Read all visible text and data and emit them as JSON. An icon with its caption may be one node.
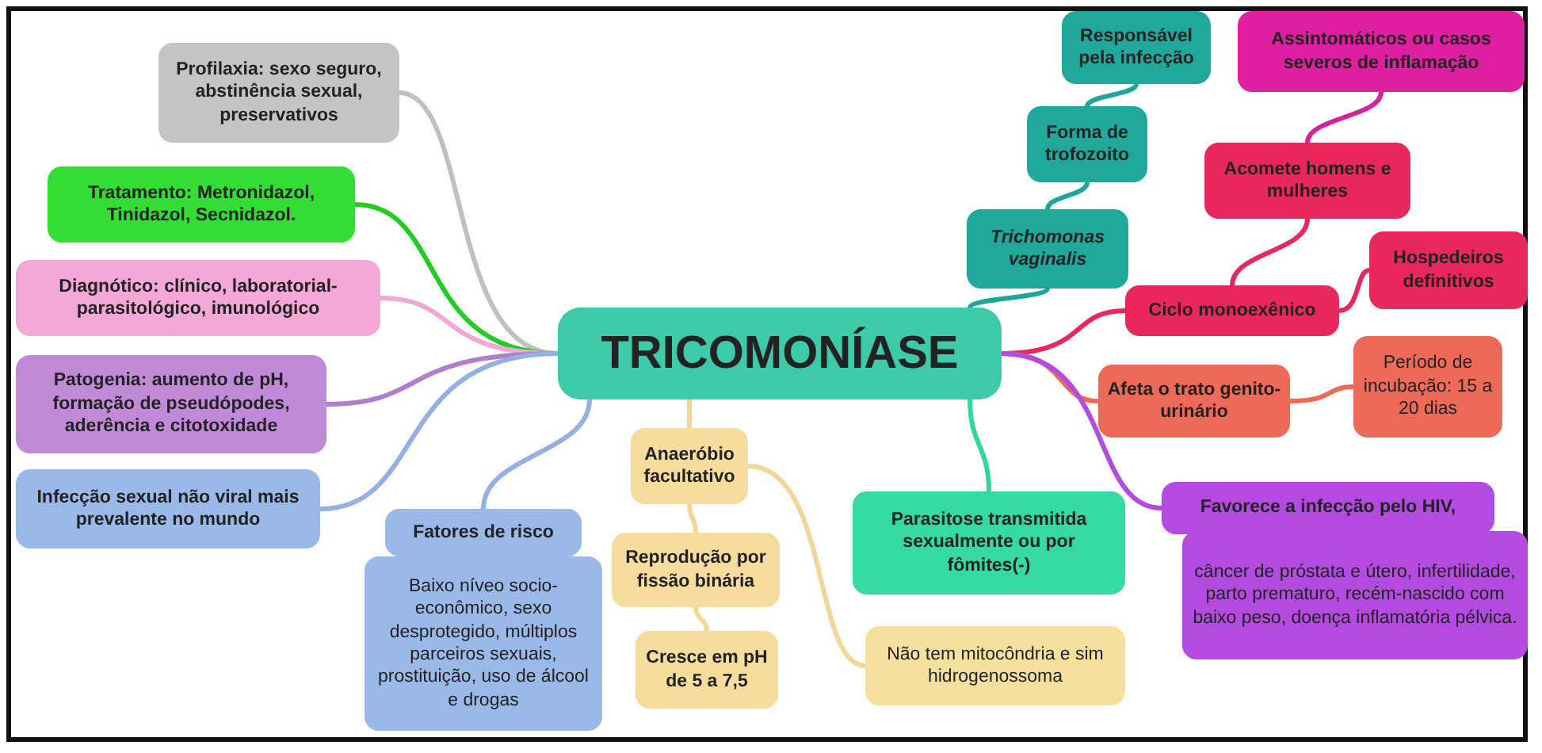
{
  "diagram": {
    "nodes": [
      {
        "text": [
          "TRICOMONÍASE"
        ]
      },
      {
        "text": [
          "Profilaxia: sexo seguro, abstinência sexual, preservativos"
        ]
      },
      {
        "text": [
          "Tratamento: Metronidazol, Tinidazol, Secnidazol."
        ]
      },
      {
        "text": [
          "Diagnótico: clínico, laboratorial-parasitológico, imunológico"
        ]
      },
      {
        "text": [
          "Patogenia: aumento de pH, formação de pseudópodes, aderência e citotoxidade"
        ]
      },
      {
        "text": [
          "Infecção sexual não viral mais prevalente no mundo"
        ]
      },
      {
        "text": [
          "Fatores de risco",
          "Baixo níveo socio-econômico, sexo desprotegido, múltiplos parceiros sexuais, prostituição, uso de álcool e drogas"
        ]
      },
      {
        "text": [
          "Anaeróbio facultativo"
        ]
      },
      {
        "text": [
          "Reprodução por fissão binária"
        ]
      },
      {
        "text": [
          "Cresce em pH de 5 a 7,5"
        ]
      },
      {
        "text": [
          "Parasitose transmitida sexualmente ou por fômites(-)"
        ]
      },
      {
        "text": [
          "Não tem mitocôndria e sim hidrogenossoma"
        ]
      },
      {
        "text": [
          "Trichomonas vaginalis"
        ]
      },
      {
        "text": [
          "Forma de trofozoito"
        ]
      },
      {
        "text": [
          "Responsável pela infecção"
        ]
      },
      {
        "text": [
          "Ciclo monoexênico"
        ]
      },
      {
        "text": [
          "Acomete homens e mulheres"
        ]
      },
      {
        "text": [
          "Assintomáticos ou casos severos de inflamação"
        ]
      },
      {
        "text": [
          "Hospedeiros definitivos"
        ]
      },
      {
        "text": [
          "Afeta o trato genito-urinário"
        ]
      },
      {
        "text": [
          "Período de incubação: 15 a 20 dias"
        ]
      },
      {
        "text": [
          "Favorece a infecção pelo HIV,",
          "câncer de próstata e útero, infertilidade, parto prematuro, recém-nascido com baixo peso, doença inflamatória pélvica."
        ]
      }
    ],
    "edges": [
      {
        "from": 0,
        "to": 1,
        "arrow": "none",
        "color": "#c0c0c0"
      },
      {
        "from": 0,
        "to": 2,
        "arrow": "none",
        "color": "#22cc22"
      },
      {
        "from": 0,
        "to": 3,
        "arrow": "none",
        "color": "#f0a8d8"
      },
      {
        "from": 0,
        "to": 4,
        "arrow": "none",
        "color": "#b07ed0"
      },
      {
        "from": 0,
        "to": 5,
        "arrow": "none",
        "color": "#94b0e4"
      },
      {
        "from": 0,
        "to": 6,
        "arrow": "none",
        "color": "#94b0e4"
      },
      {
        "from": 0,
        "to": 7,
        "arrow": "none",
        "color": "#f2d898"
      },
      {
        "from": 7,
        "to": 8,
        "arrow": "none",
        "color": "#f2d898"
      },
      {
        "from": 8,
        "to": 9,
        "arrow": "none",
        "color": "#f2d898"
      },
      {
        "from": 7,
        "to": 11,
        "arrow": "none",
        "color": "#f2d898"
      },
      {
        "from": 0,
        "to": 10,
        "arrow": "none",
        "color": "#33d6a0"
      },
      {
        "from": 0,
        "to": 12,
        "arrow": "none",
        "color": "#1fa69a"
      },
      {
        "from": 12,
        "to": 13,
        "arrow": "none",
        "color": "#1fa69a"
      },
      {
        "from": 13,
        "to": 14,
        "arrow": "none",
        "color": "#1fa69a"
      },
      {
        "from": 0,
        "to": 15,
        "arrow": "none",
        "color": "#e8285a"
      },
      {
        "from": 15,
        "to": 16,
        "arrow": "none",
        "color": "#e8285a"
      },
      {
        "from": 16,
        "to": 17,
        "arrow": "none",
        "color": "#d81fa0"
      },
      {
        "from": 15,
        "to": 18,
        "arrow": "none",
        "color": "#e8285a"
      },
      {
        "from": 0,
        "to": 19,
        "arrow": "none",
        "color": "#ee6a58"
      },
      {
        "from": 19,
        "to": 20,
        "arrow": "none",
        "color": "#ee6a58"
      },
      {
        "from": 0,
        "to": 21,
        "arrow": "none",
        "color": "#b44be0"
      }
    ]
  }
}
